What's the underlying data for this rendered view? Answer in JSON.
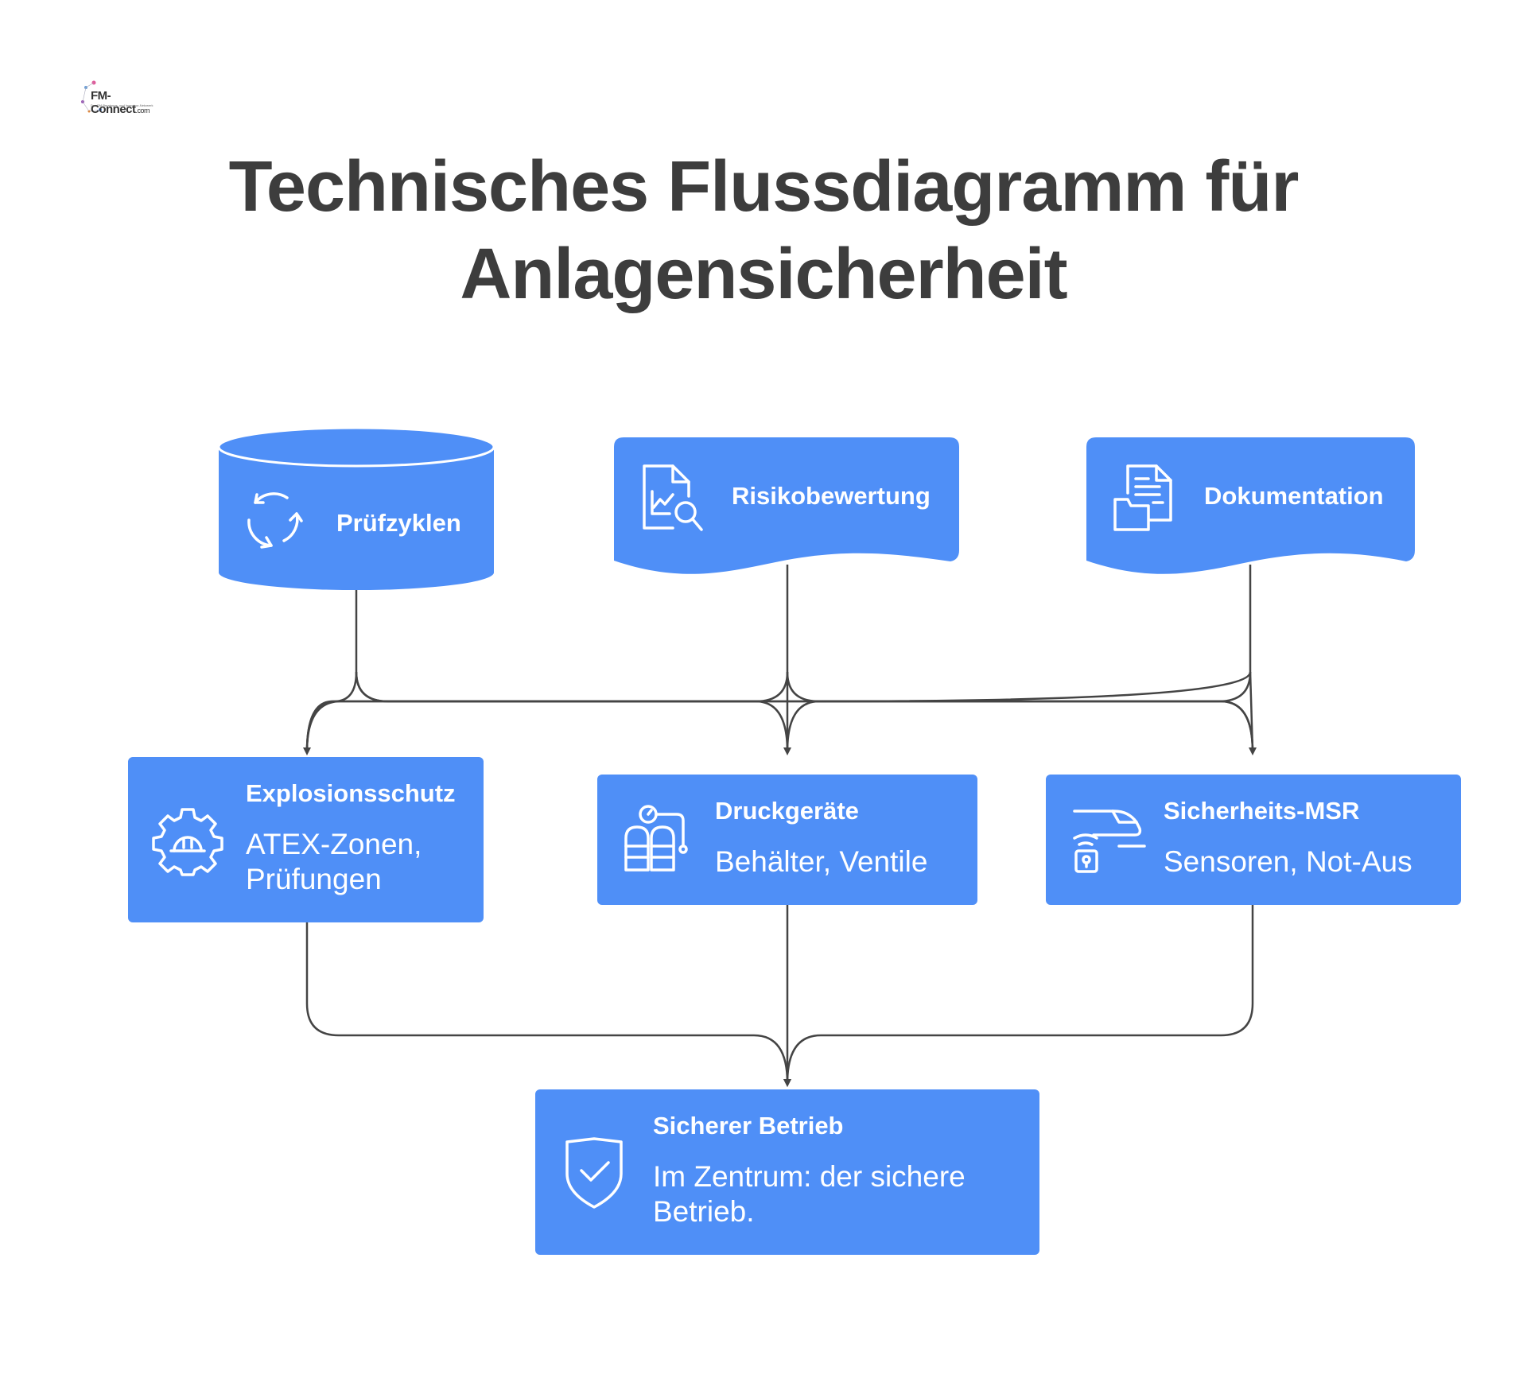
{
  "logo": {
    "brand": "FM-Connect",
    "domain": ".com",
    "tagline": "Das FM-Beratungs- und Ingenieur-Netzwerk"
  },
  "title": {
    "line1": "Technisches Flussdiagramm für",
    "line2": "Anlagensicherheit"
  },
  "colors": {
    "node_fill": "#4f8ff7",
    "node_text": "#ffffff",
    "connector": "#444444",
    "title": "#3d3d3d"
  },
  "nodes": {
    "pruefzyklen": {
      "label": "Prüfzyklen",
      "icon": "cycle-arrows-icon",
      "shape": "cylinder"
    },
    "risikobewertung": {
      "label": "Risikobewertung",
      "icon": "document-analysis-icon",
      "shape": "document"
    },
    "dokumentation": {
      "label": "Dokumentation",
      "icon": "documents-folder-icon",
      "shape": "document"
    },
    "explosionsschutz": {
      "label": "Explosionsschutz",
      "desc": "ATEX-Zonen, Prüfungen",
      "icon": "gear-helmet-icon"
    },
    "druckgeraete": {
      "label": "Druckgeräte",
      "desc": "Behälter, Ventile",
      "icon": "gas-cylinders-gauge-icon"
    },
    "sicherheits_msr": {
      "label": "Sicherheits-MSR",
      "desc": "Sensoren, Not-Aus",
      "icon": "sensor-lock-icon"
    },
    "sicherer_betrieb": {
      "label": "Sicherer Betrieb",
      "desc": "Im Zentrum: der sichere Betrieb.",
      "icon": "shield-check-icon"
    }
  }
}
